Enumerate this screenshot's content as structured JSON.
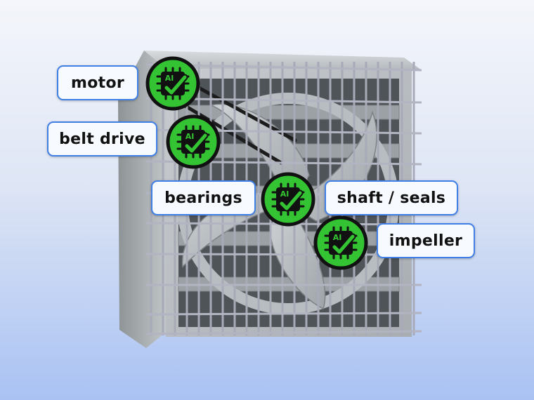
{
  "components": [
    {
      "id": "motor",
      "label": "motor",
      "status_icon": "ai-chip-check-icon"
    },
    {
      "id": "belt-drive",
      "label": "belt drive",
      "status_icon": "ai-chip-check-icon"
    },
    {
      "id": "bearings",
      "label": "bearings",
      "status_icon": "ai-chip-check-icon"
    },
    {
      "id": "shaft-seals",
      "label": "shaft / seals",
      "status_icon": "ai-chip-check-icon"
    },
    {
      "id": "impeller",
      "label": "impeller",
      "status_icon": "ai-chip-check-icon"
    }
  ],
  "badge_text": "AI",
  "colors": {
    "badge_fill": "#34c433",
    "badge_ring": "#111111",
    "label_border": "#3f7fe6",
    "label_bg": "#f7faff"
  }
}
